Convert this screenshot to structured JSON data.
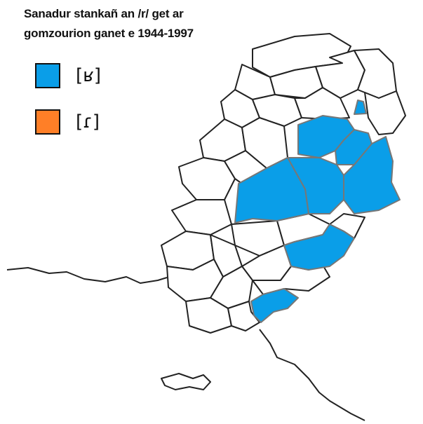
{
  "title": {
    "line1": "Sanadur stankañ an /r/ get ar",
    "line2": "gomzourion ganet e 1944-1997"
  },
  "legend": [
    {
      "label": "[ʁ]",
      "color": "#0a9ee8"
    },
    {
      "label": "[ɾ]",
      "color": "#ff7f27"
    }
  ],
  "colors": {
    "unfilled": "#ffffff",
    "border": "#222222"
  }
}
